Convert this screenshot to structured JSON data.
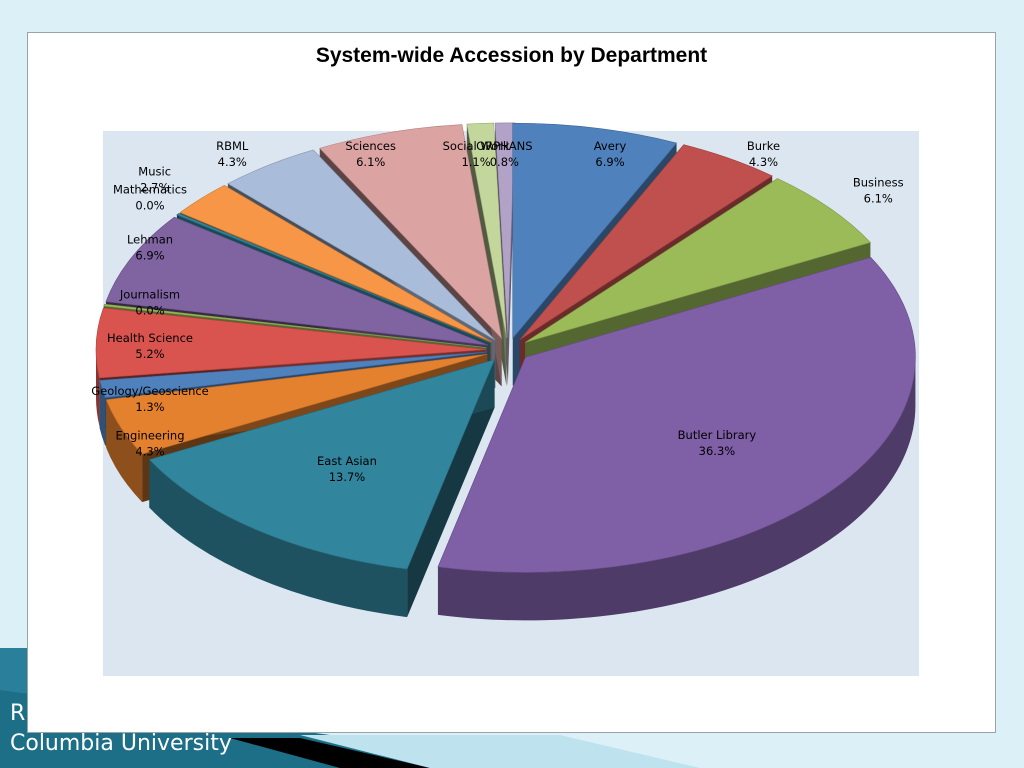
{
  "footer": {
    "line1": "R",
    "line2": "Columbia University"
  },
  "colors": {
    "slide_background": "#dcf0f7",
    "plot_background": "#dce6f1",
    "footer_band": "#2a7f9a"
  },
  "chart_data": {
    "type": "pie",
    "title": "System-wide Accession by Department",
    "style": "3d-exploded",
    "legend": "none",
    "slices": [
      {
        "label": "Avery",
        "value": 6.9,
        "display": "6.9%",
        "color": "#4f81bd"
      },
      {
        "label": "Burke",
        "value": 4.3,
        "display": "4.3%",
        "color": "#c0504d"
      },
      {
        "label": "Business",
        "value": 6.1,
        "display": "6.1%",
        "color": "#9bbb59"
      },
      {
        "label": "Butler Library",
        "value": 36.3,
        "display": "36.3%",
        "color": "#7f5fa6"
      },
      {
        "label": "East Asian",
        "value": 13.7,
        "display": "13.7%",
        "color": "#31859c"
      },
      {
        "label": "Engineering",
        "value": 4.3,
        "display": "4.3%",
        "color": "#e3812f"
      },
      {
        "label": "Geology/Geoscience",
        "value": 1.3,
        "display": "1.3%",
        "color": "#4f81bd"
      },
      {
        "label": "Health Science",
        "value": 5.2,
        "display": "5.2%",
        "color": "#d9534f"
      },
      {
        "label": "Journalism",
        "value": 0.0,
        "display": "0.0%",
        "color": "#9bbb59"
      },
      {
        "label": "Lehman",
        "value": 6.9,
        "display": "6.9%",
        "color": "#8064a2"
      },
      {
        "label": "Mathematics",
        "value": 0.0,
        "display": "0.0%",
        "color": "#31859c"
      },
      {
        "label": "Music",
        "value": 2.7,
        "display": "2.7%",
        "color": "#f79646"
      },
      {
        "label": "RBML",
        "value": 4.3,
        "display": "4.3%",
        "color": "#a9bcd9"
      },
      {
        "label": "Sciences",
        "value": 6.1,
        "display": "6.1%",
        "color": "#dca3a3"
      },
      {
        "label": "Social Work",
        "value": 1.1,
        "display": "1.1%",
        "color": "#c3d69b"
      },
      {
        "label": "ORPHANS",
        "value": 0.8,
        "display": "0.8%",
        "color": "#b3a2c7"
      }
    ]
  }
}
